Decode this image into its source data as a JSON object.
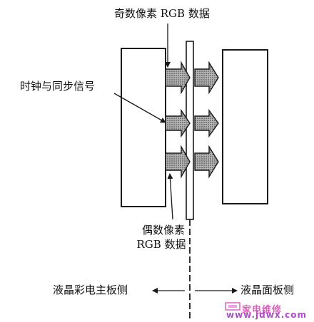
{
  "labels": {
    "odd_pixel_rgb": "奇数像素 RGB 数据",
    "clock_sync": "时钟与同步信号",
    "even_pixel_line1": "偶数像素",
    "even_pixel_line2": "RGB 数据",
    "mainboard_side": "液晶彩电主板侧",
    "panel_side": "液晶面板侧"
  },
  "watermark": {
    "text": "家电维修",
    "url": "www.jdwx.com"
  },
  "colors": {
    "line": "#1a1a1a",
    "arrow_fill": "#8a8a8a",
    "watermark_pink": "#e060c0"
  }
}
